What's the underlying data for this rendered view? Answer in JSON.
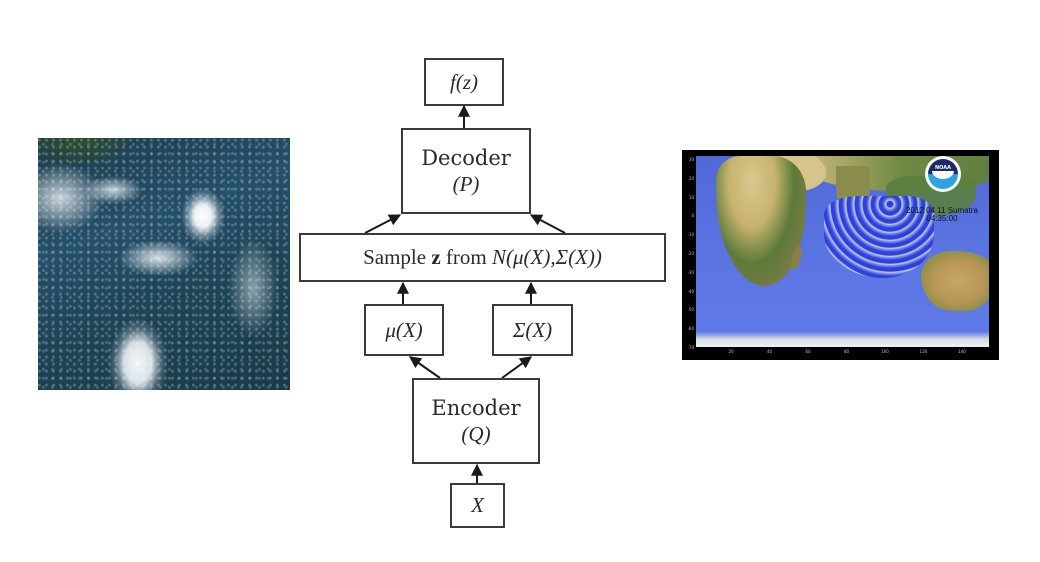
{
  "left_image": {
    "description": "Satellite view of Atlantic hurricanes"
  },
  "diagram": {
    "output_box": "f(z)",
    "decoder_box": {
      "title": "Decoder",
      "symbol": "(P)"
    },
    "sample_box": {
      "prefix": "Sample",
      "var": "z",
      "middle": "from",
      "dist": "N(μ(X),Σ(X))"
    },
    "mu_box": "μ(X)",
    "sigma_box": "Σ(X)",
    "encoder_box": {
      "title": "Encoder",
      "symbol": "(Q)"
    },
    "input_box": "X"
  },
  "right_image": {
    "logo_text": "NOAA",
    "caption_line1": "2012 04 11 Sumatra",
    "caption_line2": "04:35:00",
    "y_ticks": [
      "30",
      "20",
      "10",
      "0",
      "-10",
      "-20",
      "-30",
      "-40",
      "-50",
      "-60",
      "-70"
    ],
    "x_ticks": [
      "20",
      "40",
      "60",
      "80",
      "100",
      "120",
      "140"
    ]
  }
}
